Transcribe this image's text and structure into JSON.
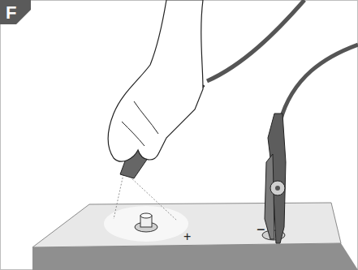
{
  "diagram": {
    "labels": [
      "F",
      "+",
      "−"
    ]
  }
}
